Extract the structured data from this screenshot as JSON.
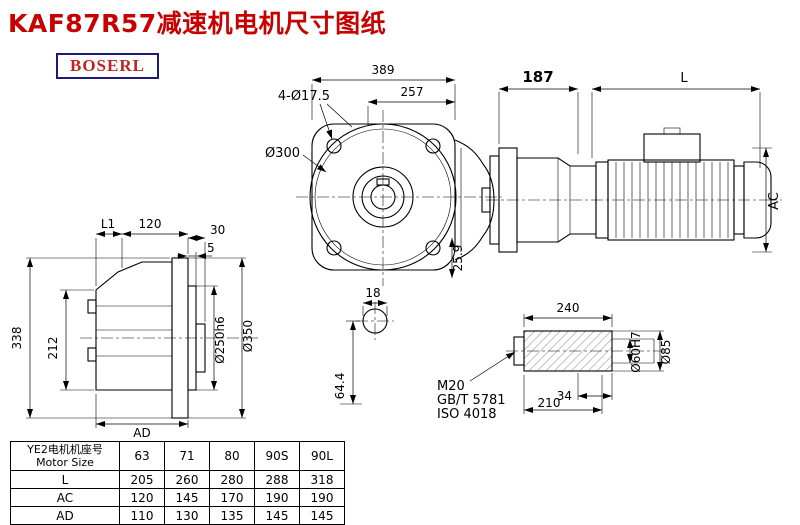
{
  "page": {
    "title": "KAF87R57减速机电机尺寸图纸",
    "logo": "BOSERL"
  },
  "drawing": {
    "front": {
      "width": "389",
      "flange_offset": "257",
      "bolt_holes": "4-Ø17.5",
      "flange_dia": "Ø300",
      "key_dim": "25.9",
      "shaft_dia": "18",
      "shaft_len": "64.4"
    },
    "side": {
      "l1": "L1",
      "d120": "120",
      "d30": "30",
      "d5": "5",
      "d338": "338",
      "d212": "212",
      "ad": "AD",
      "spigot": "Ø250h6",
      "flange": "Ø350"
    },
    "motor": {
      "d187": "187",
      "l": "L",
      "ac": "AC"
    },
    "shaft": {
      "d240": "240",
      "thread": "M20",
      "std_gb": "GB/T 5781",
      "std_iso": "ISO 4018",
      "d34": "34",
      "d210": "210",
      "d60": "Ø60H7",
      "d85": "Ø85"
    }
  },
  "table": {
    "header_cn": "YE2电机机座号",
    "header_en": "Motor Size",
    "sizes": [
      "63",
      "71",
      "80",
      "90S",
      "90L"
    ],
    "rows": [
      {
        "label": "L",
        "values": [
          "205",
          "260",
          "280",
          "288",
          "318"
        ]
      },
      {
        "label": "AC",
        "values": [
          "120",
          "145",
          "170",
          "190",
          "190"
        ]
      },
      {
        "label": "AD",
        "values": [
          "110",
          "130",
          "135",
          "145",
          "145"
        ]
      }
    ]
  }
}
